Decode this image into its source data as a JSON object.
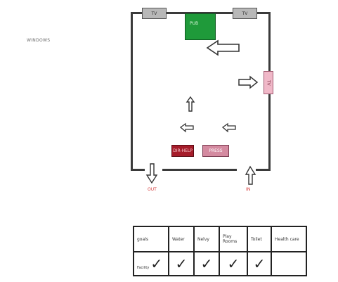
{
  "header": {
    "label": "WINDOWS"
  },
  "diagram": {
    "top_left_box": "TV",
    "top_right_box": "TV",
    "green_box": "PUB",
    "right_pink_box": "TV",
    "red_box": "DIR-HELP",
    "pink_box": "PRESS",
    "out_label": "OUT",
    "in_label": "IN"
  },
  "table": {
    "headers": [
      "goals",
      "Water",
      "Nelvy",
      "Play Rooms",
      "Toilet",
      "Health care"
    ],
    "row_label": "Facility",
    "ticks": [
      "✓",
      "✓",
      "✓",
      "✓",
      "✓",
      ""
    ]
  }
}
